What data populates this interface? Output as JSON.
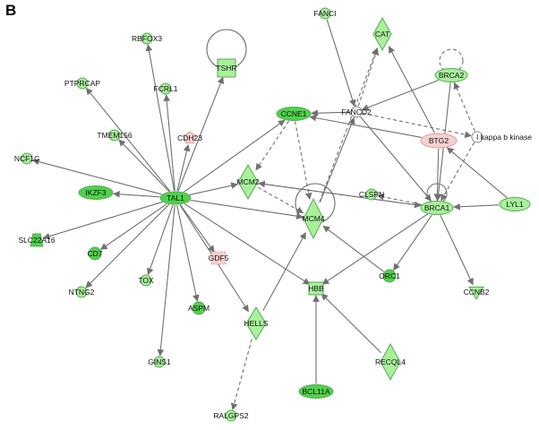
{
  "panel_label": "B",
  "colors": {
    "node_green": "#a8f09a",
    "node_green_dark": "#4fd24a",
    "node_stroke": "#5aa85a",
    "node_red": "#f7d0d0",
    "node_red_stroke": "#d9a0a0",
    "node_white": "#ffffff",
    "edge": "#707070"
  },
  "nodes": [
    {
      "id": "TAL1",
      "label": "TAL1",
      "shape": "ellipse",
      "color": "dark"
    },
    {
      "id": "FANCI",
      "label": "FANCI",
      "shape": "circle",
      "color": "light"
    },
    {
      "id": "CAT",
      "label": "CAT",
      "shape": "diamond",
      "color": "light"
    },
    {
      "id": "RBFOX3",
      "label": "RBFOX3",
      "shape": "circle",
      "color": "light"
    },
    {
      "id": "TSHR",
      "label": "TSHR",
      "shape": "rect",
      "color": "light"
    },
    {
      "id": "BRCA2",
      "label": "BRCA2",
      "shape": "ellipse",
      "color": "light"
    },
    {
      "id": "PTPRCAP",
      "label": "PTPRCAP",
      "shape": "circle",
      "color": "light"
    },
    {
      "id": "FCRL1",
      "label": "FCRL1",
      "shape": "circle",
      "color": "light"
    },
    {
      "id": "CCNE1",
      "label": "CCNE1",
      "shape": "ellipse",
      "color": "dark"
    },
    {
      "id": "FANCD2",
      "label": "FANCD2",
      "shape": "circle",
      "color": "white"
    },
    {
      "id": "TMEM156",
      "label": "TMEM156",
      "shape": "circle",
      "color": "light"
    },
    {
      "id": "CDH23",
      "label": "CDH23",
      "shape": "pentagon",
      "color": "red"
    },
    {
      "id": "BTG2",
      "label": "BTG2",
      "shape": "ellipse",
      "color": "red"
    },
    {
      "id": "IKB",
      "label": "I kappa b kinase",
      "shape": "circle",
      "color": "white"
    },
    {
      "id": "NCF1C",
      "label": "NCF1C",
      "shape": "circle",
      "color": "light"
    },
    {
      "id": "IKZF3",
      "label": "IKZF3",
      "shape": "ellipse",
      "color": "dark"
    },
    {
      "id": "MCM2",
      "label": "MCM2",
      "shape": "diamond",
      "color": "light"
    },
    {
      "id": "CLSPN",
      "label": "CLSPN",
      "shape": "circle",
      "color": "light"
    },
    {
      "id": "BRCA1",
      "label": "BRCA1",
      "shape": "ellipse",
      "color": "light"
    },
    {
      "id": "LYL1",
      "label": "LYL1",
      "shape": "ellipse",
      "color": "light"
    },
    {
      "id": "MCM4",
      "label": "MCM4",
      "shape": "diamond",
      "color": "light"
    },
    {
      "id": "SLC22A16",
      "label": "SLC22A16",
      "shape": "trapezoid",
      "color": "dark"
    },
    {
      "id": "CD7",
      "label": "CD7",
      "shape": "circle",
      "color": "dark"
    },
    {
      "id": "GDF5",
      "label": "GDF5",
      "shape": "rect",
      "color": "red"
    },
    {
      "id": "TOX",
      "label": "TOX",
      "shape": "circle",
      "color": "light"
    },
    {
      "id": "ORC1",
      "label": "ORC1",
      "shape": "circle",
      "color": "dark"
    },
    {
      "id": "CCNB2",
      "label": "CCNB2",
      "shape": "triangle",
      "color": "light"
    },
    {
      "id": "NTNG2",
      "label": "NTNG2",
      "shape": "circle",
      "color": "light"
    },
    {
      "id": "ASPM",
      "label": "ASPM",
      "shape": "circle",
      "color": "dark"
    },
    {
      "id": "HBB",
      "label": "HBB",
      "shape": "rect",
      "color": "light"
    },
    {
      "id": "HELLS",
      "label": "HELLS",
      "shape": "diamond",
      "color": "light"
    },
    {
      "id": "RECQL4",
      "label": "RECQL4",
      "shape": "diamond",
      "color": "light"
    },
    {
      "id": "GINS1",
      "label": "GINS1",
      "shape": "circle",
      "color": "light"
    },
    {
      "id": "BCL11A",
      "label": "BCL11A",
      "shape": "ellipse",
      "color": "dark"
    },
    {
      "id": "RALGPS2",
      "label": "RALGPS2",
      "shape": "circle",
      "color": "light"
    }
  ],
  "edges": [
    {
      "from": "TAL1",
      "to": "RBFOX3",
      "style": "solid"
    },
    {
      "from": "TAL1",
      "to": "TSHR",
      "style": "solid"
    },
    {
      "from": "TAL1",
      "to": "PTPRCAP",
      "style": "solid"
    },
    {
      "from": "TAL1",
      "to": "FCRL1",
      "style": "solid"
    },
    {
      "from": "TAL1",
      "to": "TMEM156",
      "style": "solid"
    },
    {
      "from": "TAL1",
      "to": "CDH23",
      "style": "solid"
    },
    {
      "from": "TAL1",
      "to": "NCF1C",
      "style": "solid"
    },
    {
      "from": "TAL1",
      "to": "IKZF3",
      "style": "solid"
    },
    {
      "from": "TAL1",
      "to": "SLC22A16",
      "style": "solid"
    },
    {
      "from": "TAL1",
      "to": "CD7",
      "style": "solid"
    },
    {
      "from": "TAL1",
      "to": "NTNG2",
      "style": "solid"
    },
    {
      "from": "TAL1",
      "to": "TOX",
      "style": "solid"
    },
    {
      "from": "TAL1",
      "to": "GINS1",
      "style": "solid"
    },
    {
      "from": "TAL1",
      "to": "ASPM",
      "style": "solid"
    },
    {
      "from": "TAL1",
      "to": "GDF5",
      "style": "solid"
    },
    {
      "from": "TAL1",
      "to": "HELLS",
      "style": "solid"
    },
    {
      "from": "TAL1",
      "to": "HBB",
      "style": "solid"
    },
    {
      "from": "TAL1",
      "to": "MCM4",
      "style": "solid"
    },
    {
      "from": "TAL1",
      "to": "MCM2",
      "style": "solid"
    },
    {
      "from": "TAL1",
      "to": "CCNE1",
      "style": "solid"
    },
    {
      "from": "FANCI",
      "to": "FANCD2",
      "style": "solid"
    },
    {
      "from": "FANCD2",
      "to": "CAT",
      "style": "dashed"
    },
    {
      "from": "FANCD2",
      "to": "CCNE1",
      "style": "solid"
    },
    {
      "from": "FANCD2",
      "to": "BRCA1",
      "style": "solid"
    },
    {
      "from": "FANCD2",
      "to": "IKB",
      "style": "dashed"
    },
    {
      "from": "MCM4",
      "to": "CAT",
      "style": "dashed"
    },
    {
      "from": "MCM4",
      "to": "FANCD2",
      "style": "solid"
    },
    {
      "from": "BRCA2",
      "to": "BRCA2",
      "style": "dashed"
    },
    {
      "from": "BRCA2",
      "to": "BRCA1",
      "style": "solid"
    },
    {
      "from": "BRCA2",
      "to": "FANCD2",
      "style": "solid"
    },
    {
      "from": "BTG2",
      "to": "CAT",
      "style": "solid"
    },
    {
      "from": "BTG2",
      "to": "CCNE1",
      "style": "solid"
    },
    {
      "from": "BTG2",
      "to": "BRCA1",
      "style": "solid"
    },
    {
      "from": "IKB",
      "to": "BRCA2",
      "style": "dashed"
    },
    {
      "from": "IKB",
      "to": "BRCA1",
      "style": "dashed"
    },
    {
      "from": "LYL1",
      "to": "BTG2",
      "style": "solid"
    },
    {
      "from": "LYL1",
      "to": "BRCA1",
      "style": "solid"
    },
    {
      "from": "CCNE1",
      "to": "MCM2",
      "style": "dashed"
    },
    {
      "from": "CCNE1",
      "to": "MCM4",
      "style": "dashed"
    },
    {
      "from": "MCM2",
      "to": "MCM4",
      "style": "dashed"
    },
    {
      "from": "MCM2",
      "to": "BRCA1",
      "style": "dashed"
    },
    {
      "from": "BRCA1",
      "to": "BRCA1",
      "style": "solid"
    },
    {
      "from": "BRCA1",
      "to": "MCM2",
      "style": "solid"
    },
    {
      "from": "BRCA1",
      "to": "CLSPN",
      "style": "dashed"
    },
    {
      "from": "BRCA1",
      "to": "CCNB2",
      "style": "solid"
    },
    {
      "from": "BRCA1",
      "to": "HBB",
      "style": "solid"
    },
    {
      "from": "BRCA1",
      "to": "ORC1",
      "style": "solid"
    },
    {
      "from": "TSHR",
      "to": "TSHR",
      "style": "solid"
    },
    {
      "from": "MCM4",
      "to": "MCM4",
      "style": "solid"
    },
    {
      "from": "ORC1",
      "to": "MCM4",
      "style": "solid"
    },
    {
      "from": "HELLS",
      "to": "MCM4",
      "style": "solid"
    },
    {
      "from": "HELLS",
      "to": "RALGPS2",
      "style": "dashed"
    },
    {
      "from": "BCL11A",
      "to": "HBB",
      "style": "solid"
    },
    {
      "from": "RECQL4",
      "to": "HBB",
      "style": "solid"
    }
  ]
}
